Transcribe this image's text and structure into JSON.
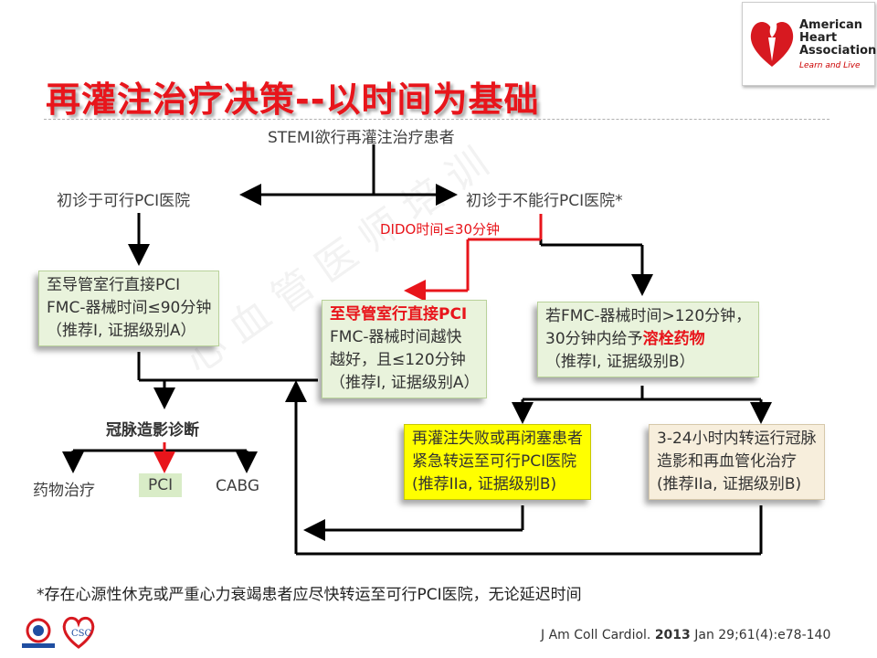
{
  "title": "再灌注治疗决策--以时间为基础",
  "logo": {
    "line1": "American",
    "line2": "Heart",
    "line3": "Association®",
    "tagline": "Learn and Live"
  },
  "flow": {
    "top": "STEMI欲行再灌注治疗患者",
    "left_branch": "初诊于可行PCI医院",
    "right_branch": "初诊于不能行PCI医院*",
    "dido": "DIDO时间≤30分钟",
    "box_left": {
      "line1": "至导管室行直接PCI",
      "line2": "FMC-器械时间≤90分钟",
      "line3": "（推荐I, 证据级别A）"
    },
    "box_mid": {
      "line1": "至导管室行直接PCI",
      "line2": "FMC-器械时间越快",
      "line3": "越好，且≤120分钟",
      "line4": "（推荐I, 证据级别A）"
    },
    "box_right": {
      "line1": "若FMC-器械时间>120分钟，",
      "line2_pre": "30分钟内给予",
      "line2_red": "溶栓药物",
      "line3": "（推荐I, 证据级别B）"
    },
    "angio": "冠脉造影诊断",
    "drug": "药物治疗",
    "pci": "PCI",
    "cabg": "CABG",
    "box_yellow": {
      "line1": "再灌注失败或再闭塞患者",
      "line2": "紧急转运至可行PCI医院",
      "line3": "(推荐IIa, 证据级别B)"
    },
    "box_beige": {
      "line1": "3-24小时内转运行冠脉",
      "line2": "造影和再血管化治疗",
      "line3": "(推荐IIa, 证据级别B)"
    }
  },
  "footnote": "*存在心源性休克或严重心力衰竭患者应尽快转运至可行PCI医院，无论延迟时间",
  "citation": {
    "pre": "J Am Coll Cardiol. ",
    "year": "2013",
    "post": " Jan 29;61(4):e78-140"
  },
  "colors": {
    "title": "#e8151b",
    "arrow_red": "#e8151b",
    "green_box": "#e9f3dc",
    "yellow_box": "#ffff00",
    "beige_box": "#f7eedc"
  },
  "icons": [
    "heart-torch-logo-icon",
    "conference-logo-icon",
    "csc-heart-logo-icon"
  ]
}
